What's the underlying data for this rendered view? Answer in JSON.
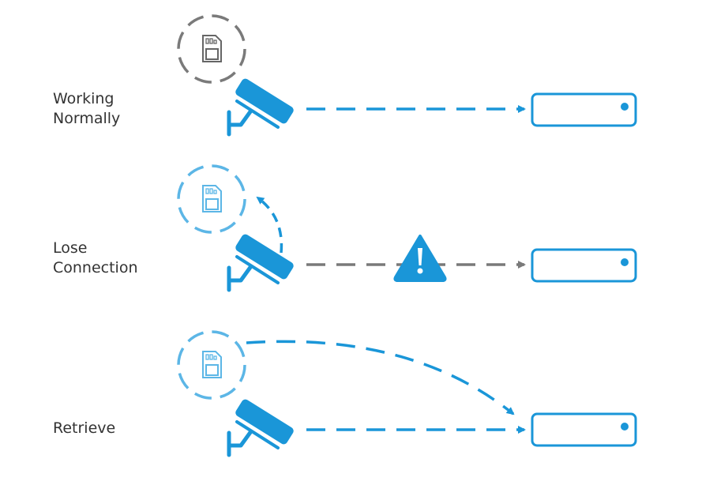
{
  "colors": {
    "accent": "#1a96d8",
    "accent_light": "#5cb6e6",
    "gray": "#7a7a7a",
    "text": "#333333"
  },
  "rows": [
    {
      "label_line1": "Working",
      "label_line2": "Normally",
      "status": "connected",
      "storage_icon": "sd-card-icon",
      "camera_icon": "security-camera-icon",
      "target_icon": "nvr-icon"
    },
    {
      "label_line1": "Lose",
      "label_line2": "Connection",
      "status": "disconnected",
      "alert_icon": "warning-icon"
    },
    {
      "label_line1": "Retrieve",
      "label_line2": "",
      "status": "retrieving"
    }
  ]
}
